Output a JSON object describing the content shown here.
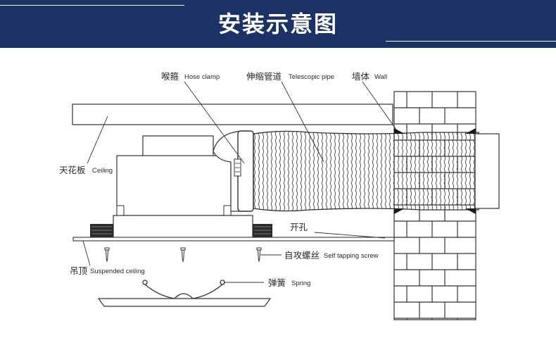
{
  "header": {
    "title": "安装示意图",
    "background": "#1c3266"
  },
  "labels": {
    "hose_clamp": {
      "cn": "喉箍",
      "en": "Hose clamp"
    },
    "telescopic_pipe": {
      "cn": "伸缩管道",
      "en": "Telescopic pipe"
    },
    "wall": {
      "cn": "墙体",
      "en": "Wall"
    },
    "ceiling": {
      "cn": "天花板",
      "en": "Ceiling"
    },
    "opening": {
      "cn": "开孔"
    },
    "self_tapping_screw": {
      "cn": "自攻螺丝",
      "en": "Self tapping screw"
    },
    "suspended_ceiling": {
      "cn": "吊顶",
      "en": "Suspended ceiling"
    },
    "spring": {
      "cn": "弹簧",
      "en": "Spring"
    }
  }
}
